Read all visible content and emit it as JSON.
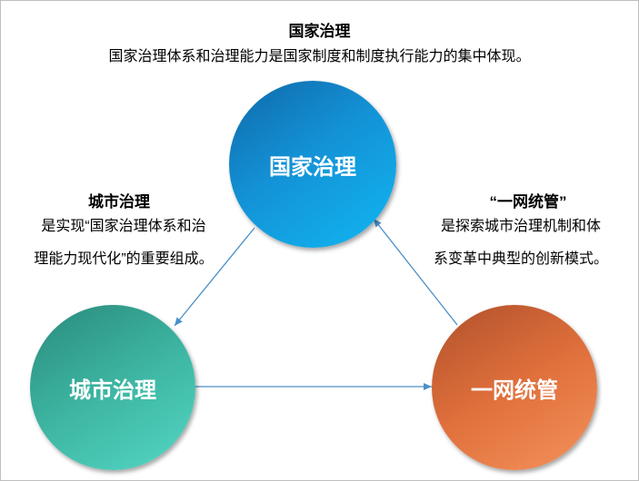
{
  "top_block": {
    "title": "国家治理",
    "desc": "国家治理体系和治理能力是国家制度和制度执行能力的集中体现。"
  },
  "left_block": {
    "title": "城市治理",
    "desc_line1": "是实现“国家治理体系和治",
    "desc_line2": "理能力现代化”的重要组成。"
  },
  "right_block": {
    "title": "“一网统管”",
    "desc_line1": "是探索城市治理机制和体",
    "desc_line2": "系变革中典型的创新模式。"
  },
  "circles": {
    "top": "国家治理",
    "left": "城市治理",
    "right": "一网统管"
  },
  "colors": {
    "top_circle": "#1392d6",
    "left_circle": "#3db5a2",
    "right_circle": "#e0703c",
    "arrow": "#4a90c8"
  }
}
